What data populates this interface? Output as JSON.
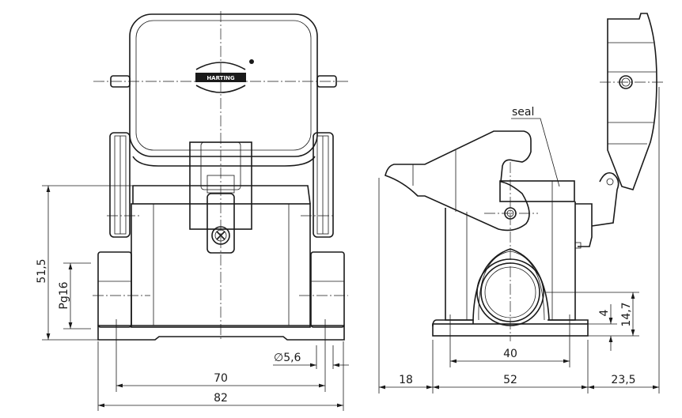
{
  "drawing": {
    "front_view": {
      "logo_text": "HARTING",
      "dimensions": {
        "height": "51,5",
        "thread": "Pg16",
        "hole_diameter": "∅5,6",
        "hole_spacing": "70",
        "overall_width": "82"
      }
    },
    "side_view": {
      "callout": "seal",
      "dimensions": {
        "left_overhang": "18",
        "base_length": "52",
        "right_overhang": "23,5",
        "hole_spacing": "40",
        "base_thickness": "4",
        "gland_center_height": "14,7"
      }
    }
  }
}
